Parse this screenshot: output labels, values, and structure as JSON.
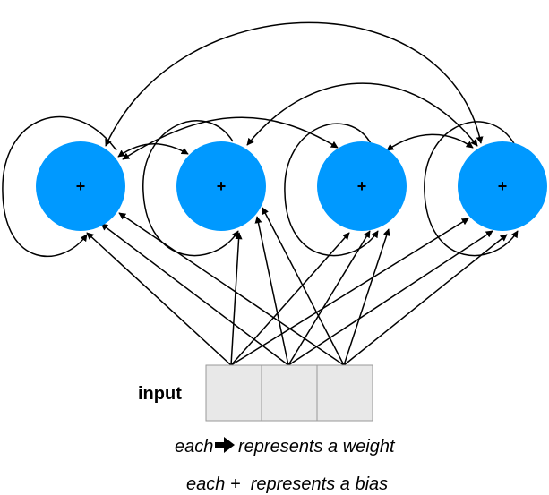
{
  "diagram": {
    "colors": {
      "node_fill": "#0099ff",
      "edge": "#000000",
      "input_fill": "#e8e8e8",
      "input_border": "#999999"
    },
    "nodes": [
      {
        "label": "+"
      },
      {
        "label": "+"
      },
      {
        "label": "+"
      },
      {
        "label": "+"
      }
    ],
    "input": {
      "label": "input",
      "cells": 3
    },
    "legend": {
      "weight_prefix": "each",
      "weight_suffix": "represents a weight",
      "weight_icon": "right-arrow-icon",
      "bias_line": "each +  represents a bias"
    }
  }
}
